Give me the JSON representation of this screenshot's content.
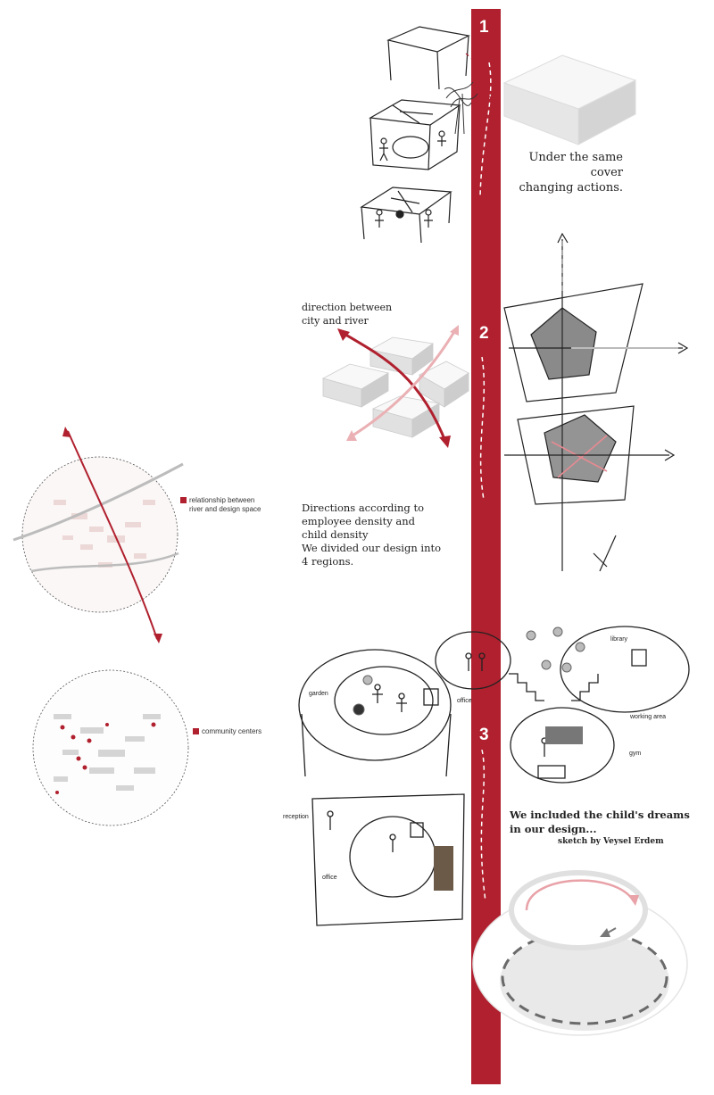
{
  "accent": "#b0202e",
  "steps": [
    {
      "number": "1",
      "caption_line1": "Under the same cover",
      "caption_line2": "changing actions."
    },
    {
      "number": "2",
      "caption_line1": "direction between",
      "caption_line2": "city and river"
    },
    {
      "number": "3",
      "caption_line1": "We included the child's dreams",
      "caption_line2": "in our design..."
    }
  ],
  "directions_text": {
    "line1": "Directions according to",
    "line2": "employee density and",
    "line3": "child density",
    "line4": "We divided our design into",
    "line5": "4 regions."
  },
  "credit": "sketch by Veysel Erdem",
  "maps": {
    "river_legend_line1": "relationship between",
    "river_legend_line2": "river and design space",
    "community_legend": "community centers"
  },
  "sketch_labels": {
    "garden": "garden",
    "office_top": "office",
    "library": "library",
    "working_area": "working area",
    "gym": "gym",
    "reception": "reception",
    "office_bottom": "office"
  }
}
